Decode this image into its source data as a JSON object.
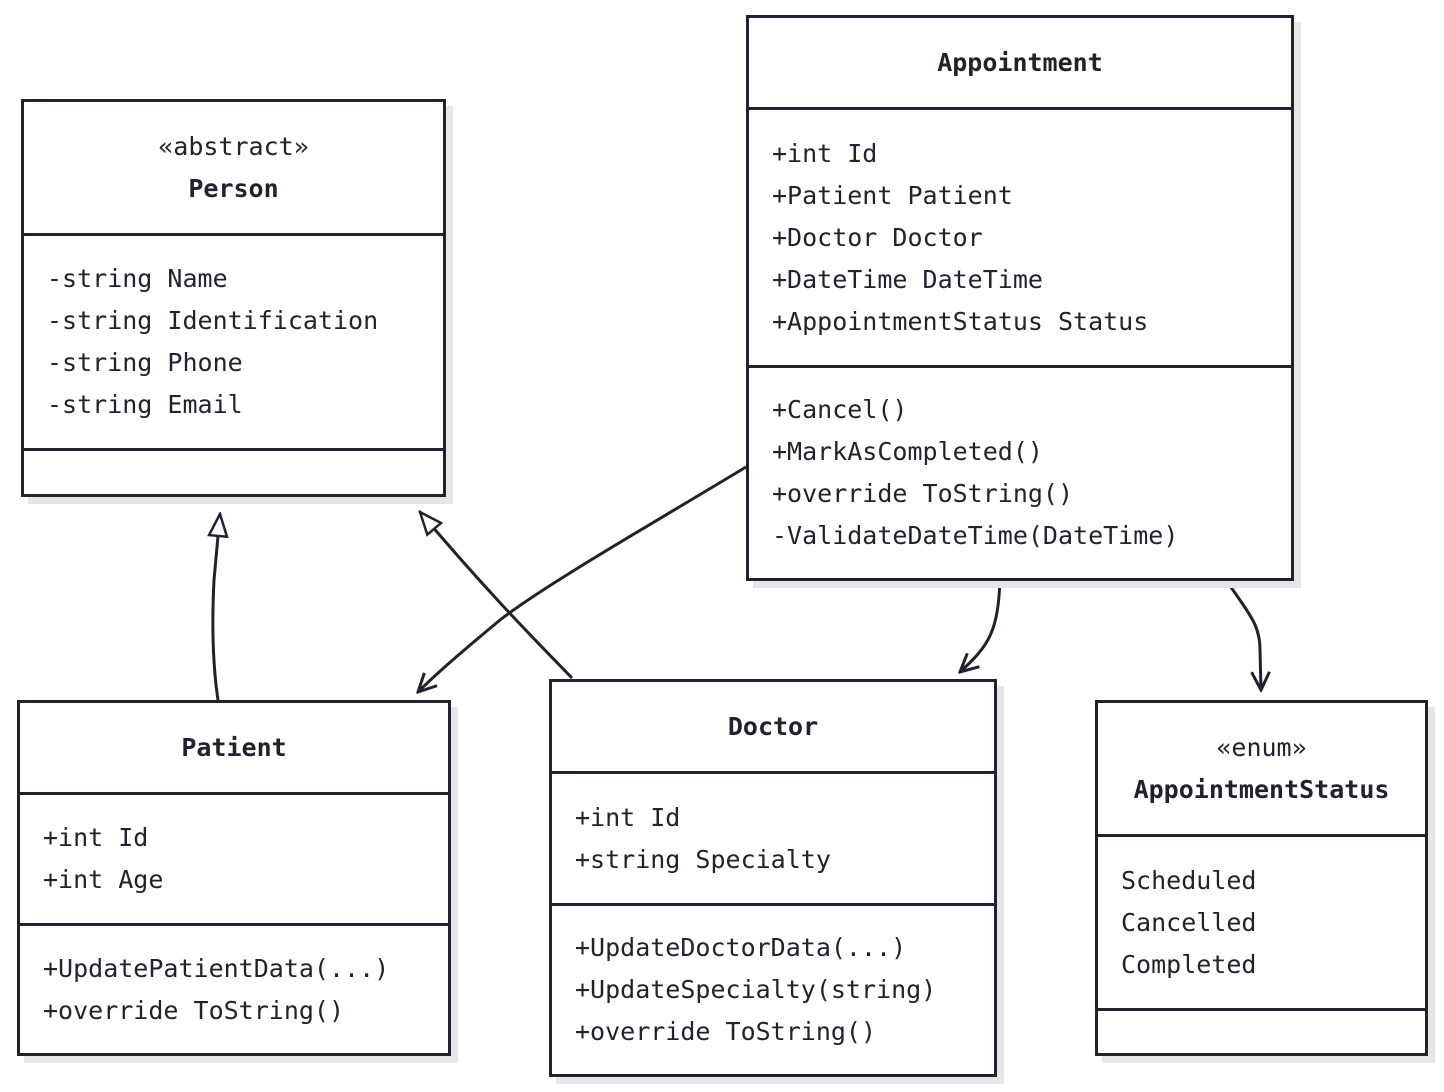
{
  "diagram": {
    "type": "UML class diagram",
    "classes": [
      {
        "id": "person",
        "stereotype": "«abstract»",
        "name": "Person",
        "attributes": [
          "-string Name",
          "-string Identification",
          "-string Phone",
          "-string Email"
        ],
        "methods": []
      },
      {
        "id": "appointment",
        "stereotype": "",
        "name": "Appointment",
        "attributes": [
          "+int Id",
          "+Patient Patient",
          "+Doctor Doctor",
          "+DateTime DateTime",
          "+AppointmentStatus Status"
        ],
        "methods": [
          "+Cancel()",
          "+MarkAsCompleted()",
          "+override ToString()",
          "-ValidateDateTime(DateTime)"
        ]
      },
      {
        "id": "patient",
        "stereotype": "",
        "name": "Patient",
        "attributes": [
          "+int Id",
          "+int Age"
        ],
        "methods": [
          "+UpdatePatientData(...)",
          "+override ToString()"
        ]
      },
      {
        "id": "doctor",
        "stereotype": "",
        "name": "Doctor",
        "attributes": [
          "+int Id",
          "+string Specialty"
        ],
        "methods": [
          "+UpdateDoctorData(...)",
          "+UpdateSpecialty(string)",
          "+override ToString()"
        ]
      },
      {
        "id": "status",
        "stereotype": "«enum»",
        "name": "AppointmentStatus",
        "attributes": [
          "Scheduled",
          "Cancelled",
          "Completed"
        ],
        "methods": []
      }
    ],
    "relationships": [
      {
        "from": "Patient",
        "to": "Person",
        "kind": "inheritance"
      },
      {
        "from": "Doctor",
        "to": "Person",
        "kind": "inheritance"
      },
      {
        "from": "Appointment",
        "to": "Patient",
        "kind": "association"
      },
      {
        "from": "Appointment",
        "to": "Doctor",
        "kind": "association"
      },
      {
        "from": "Appointment",
        "to": "AppointmentStatus",
        "kind": "association"
      }
    ],
    "colors": {
      "stroke": "#22222e",
      "background": "#ffffff",
      "shadow": "#e6e6e6"
    }
  }
}
